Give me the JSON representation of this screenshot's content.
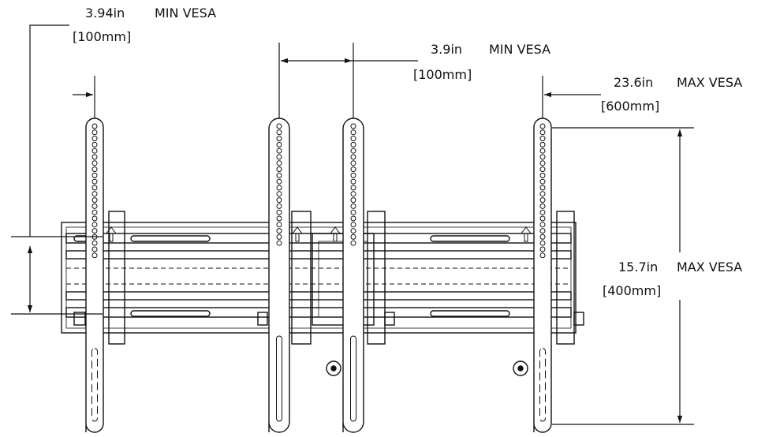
{
  "colors": {
    "ink": "#111111",
    "background": "#ffffff"
  },
  "labels": {
    "min_vesa_vertical": {
      "value": "3.94in",
      "tag": "MIN VESA",
      "metric": "[100mm]"
    },
    "min_vesa_horizontal": {
      "value": "3.9in",
      "tag": "MIN VESA",
      "metric": "[100mm]"
    },
    "max_vesa_horizontal": {
      "value": "23.6in",
      "tag": "MAX VESA",
      "metric": "[600mm]"
    },
    "max_vesa_vertical": {
      "value": "15.7in",
      "tag": "MAX VESA",
      "metric": "[400mm]"
    }
  }
}
